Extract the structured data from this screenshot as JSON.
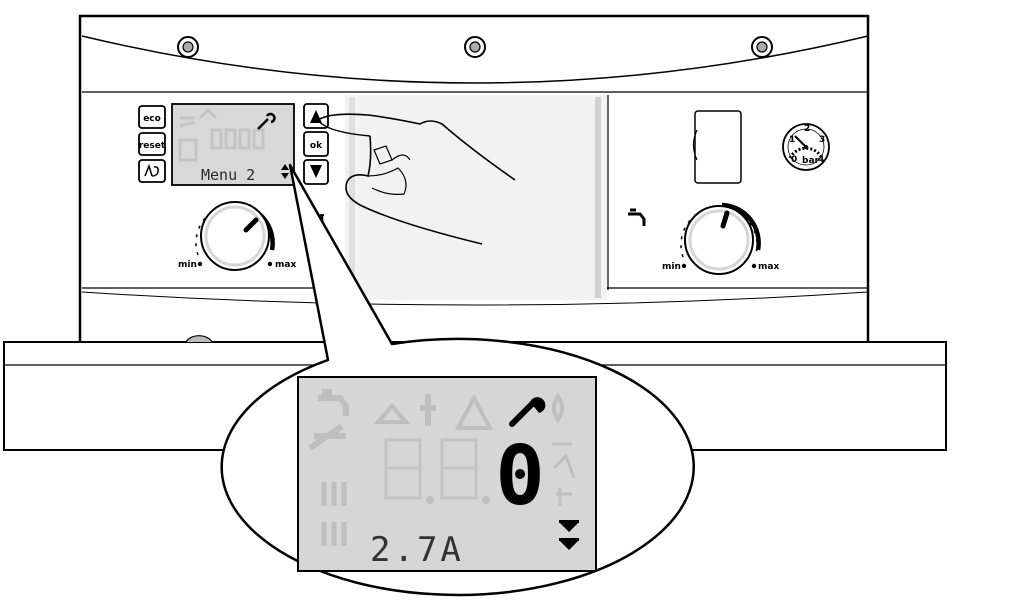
{
  "panel": {
    "buttons": {
      "eco": "eco",
      "reset": "reset"
    },
    "left_knob": {
      "min_label": "min",
      "max_label": "max"
    },
    "right_knob": {
      "min_label": "min",
      "max_label": "max"
    },
    "small_display": {
      "menu_text": "Menu 2"
    },
    "pressure_gauge": {
      "unit": "bar",
      "scale": [
        "0",
        "1",
        "2",
        "3",
        "4"
      ]
    }
  },
  "zoom_display": {
    "main_digit": "0",
    "secondary_text": "2.7A"
  },
  "icons": {
    "wrench": "wrench-icon",
    "up_arrow": "arrow-up-icon",
    "down_arrow": "arrow-down-icon",
    "tap": "tap-icon",
    "radiator": "radiator-icon",
    "chimney": "chimney-sweep-icon"
  }
}
